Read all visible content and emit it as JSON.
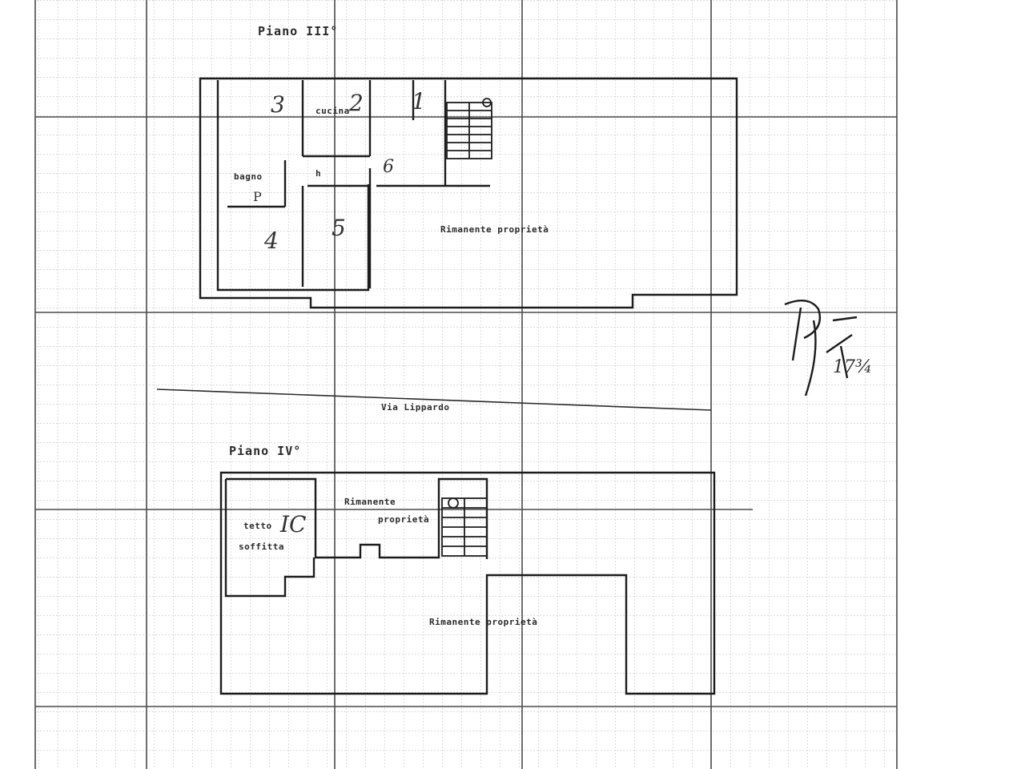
{
  "floor3": {
    "title": "Piano III°",
    "rooms": {
      "room3": "3",
      "kitchen": "cucina",
      "kitchen_num": "2",
      "room1": "1",
      "bath": "bagno",
      "bath_num": "P",
      "hall": "h",
      "room6": "6",
      "room4": "4",
      "room5": "5"
    },
    "remaining": "Rimanente proprietà"
  },
  "street": "Via Lippardo",
  "floor4": {
    "title": "Piano IV°",
    "attic_line1": "tetto",
    "attic_line2": "soffitta",
    "attic_num": "IC",
    "remaining_a_line1": "Rimanente",
    "remaining_a_line2": "proprietà",
    "remaining_b": "Rimanente proprietà"
  },
  "sheet_number": "17¾"
}
